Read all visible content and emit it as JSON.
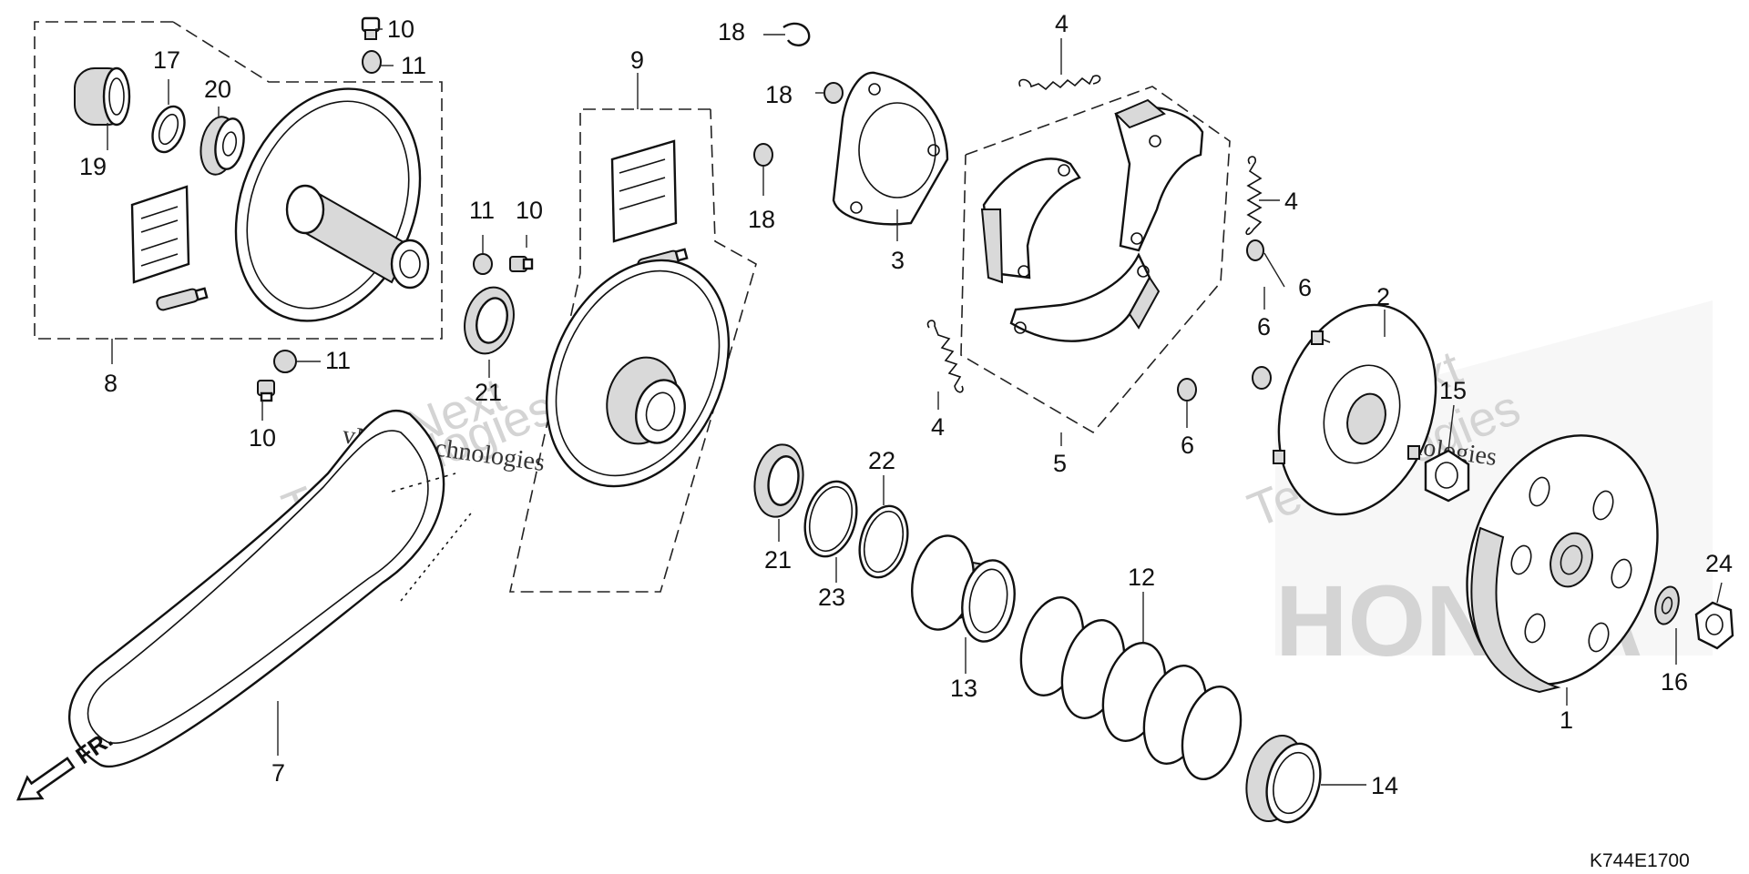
{
  "labels": {
    "c1": "1",
    "c2": "2",
    "c3": "3",
    "c4a": "4",
    "c4b": "4",
    "c4c": "4",
    "c5": "5",
    "c6a": "6",
    "c6b": "6",
    "c6c": "6",
    "c7": "7",
    "c8": "8",
    "c9": "9",
    "c10a": "10",
    "c10b": "10",
    "c10c": "10",
    "c11a": "11",
    "c11b": "11",
    "c11c": "11",
    "c12": "12",
    "c13": "13",
    "c14": "14",
    "c15": "15",
    "c16": "16",
    "c17": "17",
    "c18a": "18",
    "c18b": "18",
    "c18c": "18",
    "c19": "19",
    "c20": "20",
    "c21a": "21",
    "c21b": "21",
    "c22": "22",
    "c23": "23",
    "c24": "24"
  },
  "direction_arrow": {
    "label": "FR.",
    "icon": "front-direction-arrow-icon"
  },
  "diagram_code": "K744E1700",
  "watermark": {
    "line1": "vNext",
    "line2": "Technologies",
    "inline": "vNext Technologies",
    "brand": "HONDA"
  },
  "colors": {
    "line": "#111111",
    "watermark": "#d4d4d4",
    "background": "#ffffff"
  }
}
